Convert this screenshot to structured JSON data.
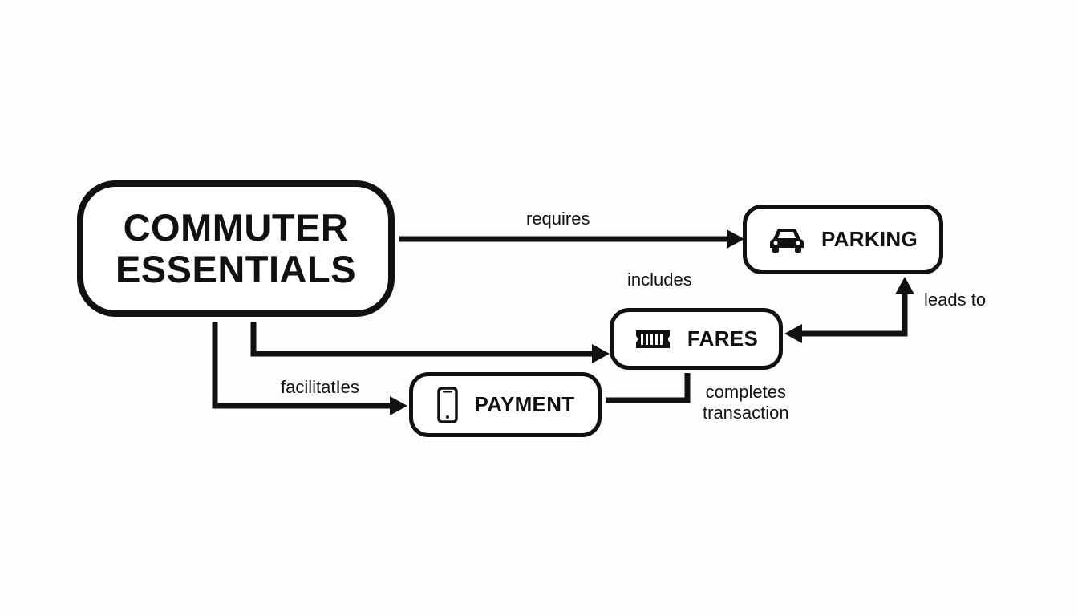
{
  "nodes": {
    "root": {
      "line1": "COMMUTER",
      "line2": "ESSENTIALS"
    },
    "parking": {
      "label": "PARKING",
      "icon": "car-icon"
    },
    "fares": {
      "label": "FARES",
      "icon": "ticket-icon"
    },
    "payment": {
      "label": "PAYMENT",
      "icon": "smartphone-icon"
    }
  },
  "edges": {
    "requires": "requires",
    "includes": "includes",
    "leads_to": "leads to",
    "facilitates": "facilitatIes",
    "completes_line1": "completes",
    "completes_line2": "transaction"
  },
  "colors": {
    "stroke": "#111111",
    "background": "#fdfdfd"
  }
}
